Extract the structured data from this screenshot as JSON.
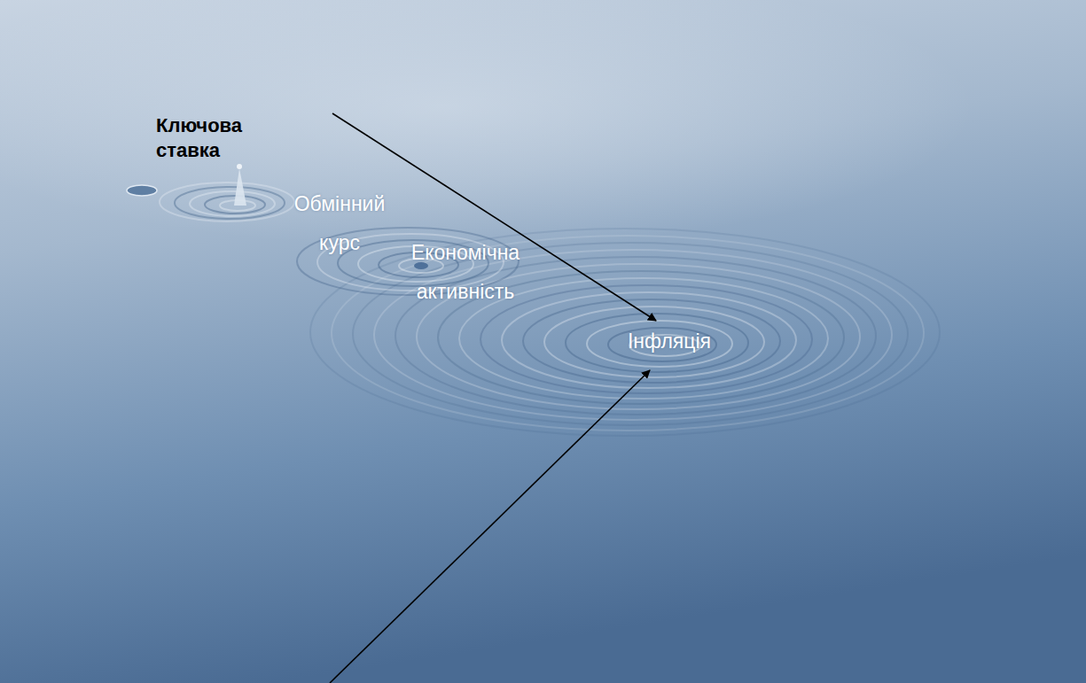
{
  "diagram": {
    "labels": [
      "Ключова ставка",
      "Обмінний курс",
      "Економічна активність",
      "Інфляція"
    ]
  }
}
